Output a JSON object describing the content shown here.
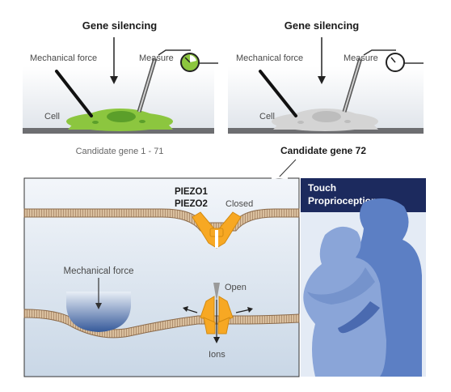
{
  "top_left": {
    "title": "Gene silencing",
    "force_label": "Mechanical force",
    "measure_label": "Measure",
    "cell_label": "Cell",
    "caption": "Candidate gene 1 - 71"
  },
  "top_right": {
    "title": "Gene silencing",
    "force_label": "Mechanical force",
    "measure_label": "Measure",
    "cell_label": "Cell",
    "caption": "Candidate gene 72"
  },
  "bottom": {
    "channel_name_1": "PIEZO1",
    "channel_name_2": "PIEZO2",
    "closed_label": "Closed",
    "force_label": "Mechanical force",
    "open_label": "Open",
    "ions_label": "Ions"
  },
  "touch_panel": {
    "line1": "Touch",
    "line2": "Proprioception"
  },
  "colors": {
    "cell_active": "#8cc63f",
    "cell_inactive": "#d2d2d2",
    "channel": "#f7a823",
    "membrane": "#c8a987",
    "panel_navy": "#1c2a5e",
    "figure_blue": "#5c7fc4"
  }
}
